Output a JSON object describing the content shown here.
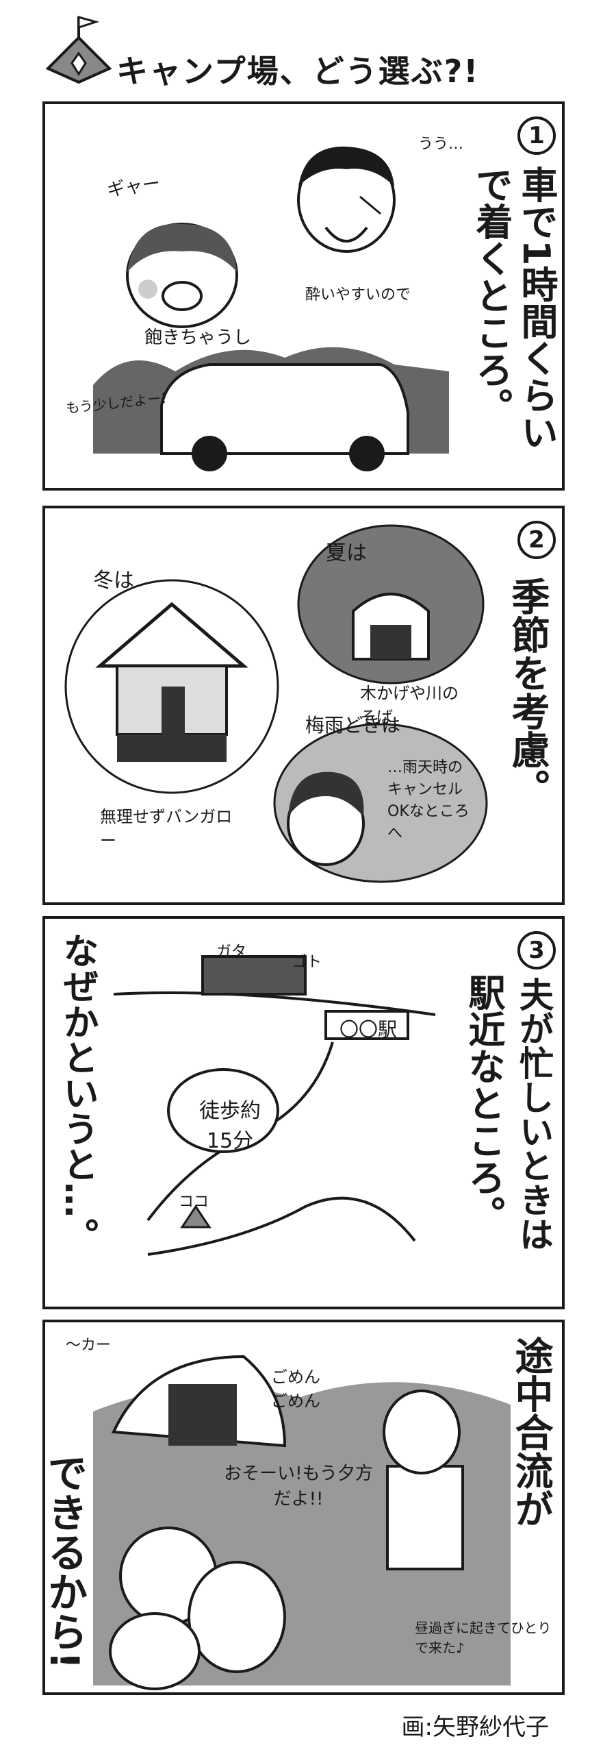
{
  "title": "キャンプ場、どう選ぶ?!",
  "panels": [
    {
      "number": "1",
      "heading": "車で1時間くらいで着くところ。",
      "bubbles": [
        "ギャー",
        "うう…",
        "飽きちゃうし",
        "酔いやすいので",
        "もう少しだよー!"
      ]
    },
    {
      "number": "2",
      "heading": "季節を考慮。",
      "bubbles": [
        "冬は",
        "無理せずバンガロー",
        "夏は",
        "木かげや川のそば",
        "梅雨どきは",
        "…雨天時のキャンセルOKなところへ"
      ]
    },
    {
      "number": "3",
      "heading_1": "夫が忙しいときは",
      "heading_2": "駅近なところ。",
      "side_text": "なぜかというと…。",
      "bubbles": [
        "ガタ",
        "ゴト",
        "〇〇駅",
        "徒歩約15分",
        "ココ"
      ]
    },
    {
      "heading_1": "途中合流が",
      "heading_2": "できるから!",
      "bubbles": [
        "〜カー",
        "ごめんごめん",
        "おそーい!もう夕方だよ!!",
        "昼過ぎに起きてひとりで来た♪"
      ]
    }
  ],
  "credit": "画:矢野紗代子"
}
